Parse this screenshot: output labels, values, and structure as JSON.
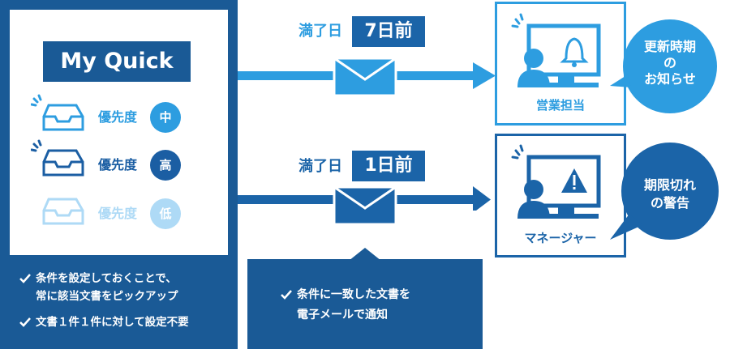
{
  "left": {
    "title": "My Quick",
    "priorities": [
      {
        "label": "優先度",
        "level": "中",
        "color": "#2d9de0"
      },
      {
        "label": "優先度",
        "level": "高",
        "color": "#1b5ea3"
      },
      {
        "label": "優先度",
        "level": "低",
        "color": "#aedaf6"
      }
    ],
    "notes": [
      {
        "line1": "条件を設定しておくことで、",
        "line2": "常に該当文書をピックアップ"
      },
      {
        "line1": "文書１件１件に対して設定不要",
        "line2": ""
      }
    ]
  },
  "middle": {
    "top": {
      "label": "満了日",
      "value": "7日前",
      "color": "#2d9de0"
    },
    "bottom": {
      "label": "満了日",
      "value": "1日前",
      "color": "#1b64a8"
    },
    "note_line1": "条件に一致した文書を",
    "note_line2": "電子メールで通知"
  },
  "right": {
    "top": {
      "role": "営業担当",
      "bubble": [
        "更新時期",
        "の",
        "お知らせ"
      ],
      "color": "#2d9de0"
    },
    "bottom": {
      "role": "マネージャー",
      "bubble": [
        "期限切れ",
        "の警告"
      ],
      "color": "#1b64a8"
    }
  },
  "colors": {
    "dark_blue": "#1a5a96",
    "mid_blue": "#1b64a8",
    "light_blue": "#2d9de0",
    "pale_blue": "#aedaf6"
  }
}
